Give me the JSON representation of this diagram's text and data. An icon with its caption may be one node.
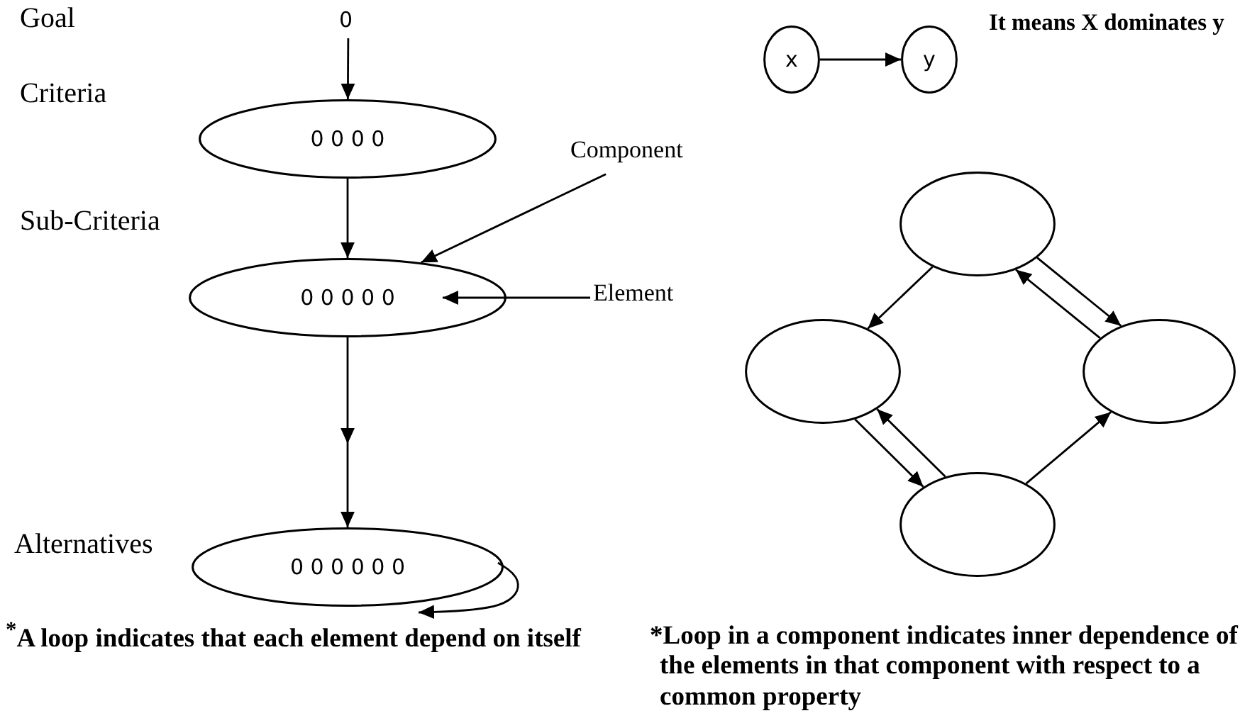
{
  "diagram": {
    "nodes": [
      {
        "text": [
          "0"
        ]
      },
      {
        "text": [
          "0 0 0 0"
        ]
      },
      {
        "text": [
          "0 0 0 0 0"
        ]
      },
      {
        "text": [
          "0 0 0 0 0 0"
        ]
      },
      {
        "text": [
          "Component"
        ]
      },
      {
        "text": [
          "Element"
        ]
      },
      {
        "text": [
          "x"
        ]
      },
      {
        "text": [
          "y"
        ]
      },
      {
        "text": [],
        "shape": "circle"
      },
      {
        "text": [],
        "shape": "circle"
      },
      {
        "text": [],
        "shape": "circle"
      },
      {
        "text": [],
        "shape": "circle"
      }
    ],
    "edges": [
      {
        "from": 0,
        "to": 1,
        "arrow": "to"
      },
      {
        "from": 1,
        "to": 2,
        "arrow": "to"
      },
      {
        "from": 2,
        "to": 3,
        "arrow": "to"
      },
      {
        "from": 3,
        "to": 3,
        "arrow": "to"
      },
      {
        "from": 4,
        "to": 2,
        "arrow": "to"
      },
      {
        "from": 5,
        "to": 2,
        "arrow": "to"
      },
      {
        "from": 6,
        "to": 7,
        "arrow": "to"
      },
      {
        "from": 8,
        "to": 9,
        "arrow": "to"
      },
      {
        "from": 8,
        "to": 10,
        "arrow": "to"
      },
      {
        "from": 10,
        "to": 8,
        "arrow": "to"
      },
      {
        "from": 9,
        "to": 11,
        "arrow": "to"
      },
      {
        "from": 11,
        "to": 9,
        "arrow": "to"
      },
      {
        "from": 11,
        "to": 10,
        "arrow": "to"
      }
    ],
    "labels": [
      "Goal",
      "Criteria",
      "Sub-Criteria",
      "Alternatives",
      "It means X dominates y",
      "$^{*}$A loop indicates that each element depend on itself",
      "*Loop in a component indicates inner dependence of the elements in that component with respect to a common property"
    ]
  }
}
